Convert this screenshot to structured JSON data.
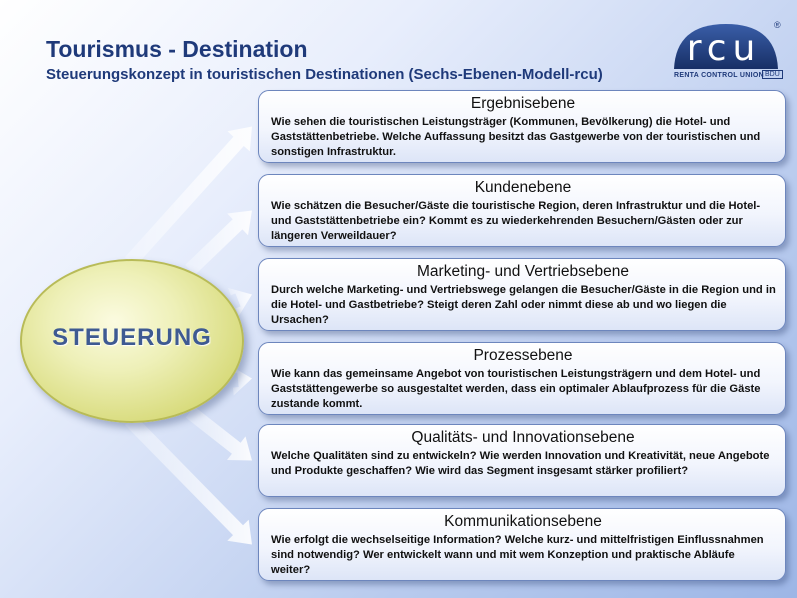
{
  "header": {
    "title": "Tourismus - Destination",
    "subtitle": "Steuerungskonzept in touristischen Destinationen (Sechs-Ebenen-Modell-rcu)"
  },
  "logo": {
    "text": "rcu",
    "caption": "RENTA CONTROL UNION",
    "badge": "BDU",
    "registered": "®"
  },
  "center": {
    "label": "STEUERUNG"
  },
  "levels": [
    {
      "title": "Ergebnisebene",
      "text": "Wie sehen die touristischen Leistungsträger (Kommunen, Bevölkerung) die Hotel- und Gaststättenbetriebe. Welche Auffassung besitzt das Gastgewerbe von der touristischen und sonstigen Infrastruktur."
    },
    {
      "title": "Kundenebene",
      "text": "Wie schätzen die Besucher/Gäste die touristische Region, deren Infrastruktur und die Hotel- und Gaststättenbetriebe ein? Kommt es zu wiederkehrenden Besuchern/Gästen oder zur längeren Verweildauer?"
    },
    {
      "title": "Marketing- und Vertriebsebene",
      "text": "Durch welche Marketing- und Vertriebswege gelangen die Besucher/Gäste in die Region und in die Hotel- und Gastbetriebe? Steigt deren Zahl oder nimmt diese ab und wo liegen die Ursachen?"
    },
    {
      "title": "Prozessebene",
      "text": "Wie kann das gemeinsame Angebot von touristischen Leistungsträgern und dem Hotel- und Gaststättengewerbe so ausgestaltet werden,  dass ein optimaler Ablaufprozess für die Gäste zustande kommt."
    },
    {
      "title": "Qualitäts- und Innovationsebene",
      "text": "Welche Qualitäten sind zu entwickeln? Wie werden Innovation und Kreativität, neue Angebote und Produkte geschaffen? Wie wird das Segment insgesamt stärker profiliert?"
    },
    {
      "title": "Kommunikationsebene",
      "text": "Wie erfolgt die wechselseitige Information? Welche kurz- und mittelfristigen Einflussnahmen sind notwendig? Wer entwickelt wann und mit wem Konzeption und praktische Abläufe weiter?"
    }
  ]
}
